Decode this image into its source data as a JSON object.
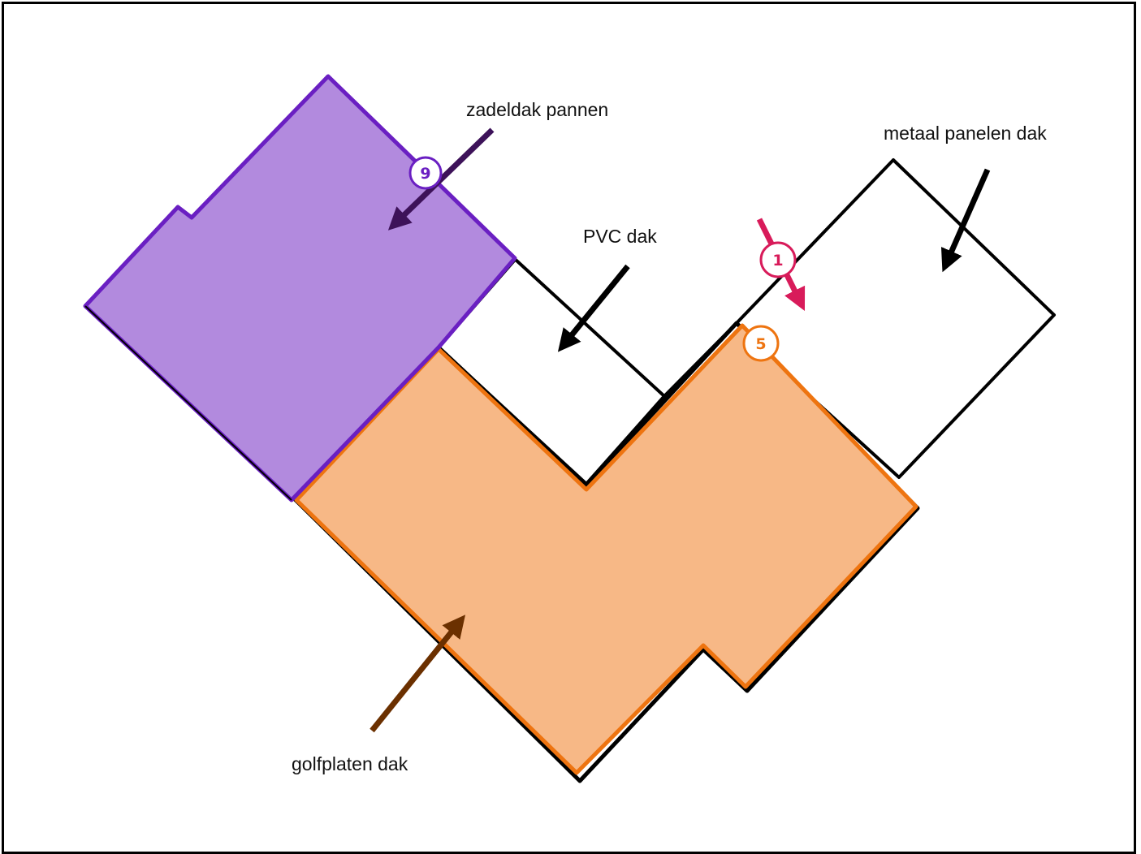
{
  "labels": {
    "zadeldak": "zadeldak pannen",
    "metaal": "metaal panelen dak",
    "pvc": "PVC dak",
    "golfplaten": "golfplaten dak"
  },
  "badges": {
    "nine": "9",
    "one": "1",
    "five": "5"
  },
  "colors": {
    "purple_fill": "#b28ade",
    "purple_stroke": "#6a1fc2",
    "orange_fill": "#f7b886",
    "orange_stroke": "#ee7410",
    "pink": "#d81b5a",
    "dark_purple_arrow": "#3d1259",
    "brown_arrow": "#6b3000",
    "black": "#000000"
  }
}
